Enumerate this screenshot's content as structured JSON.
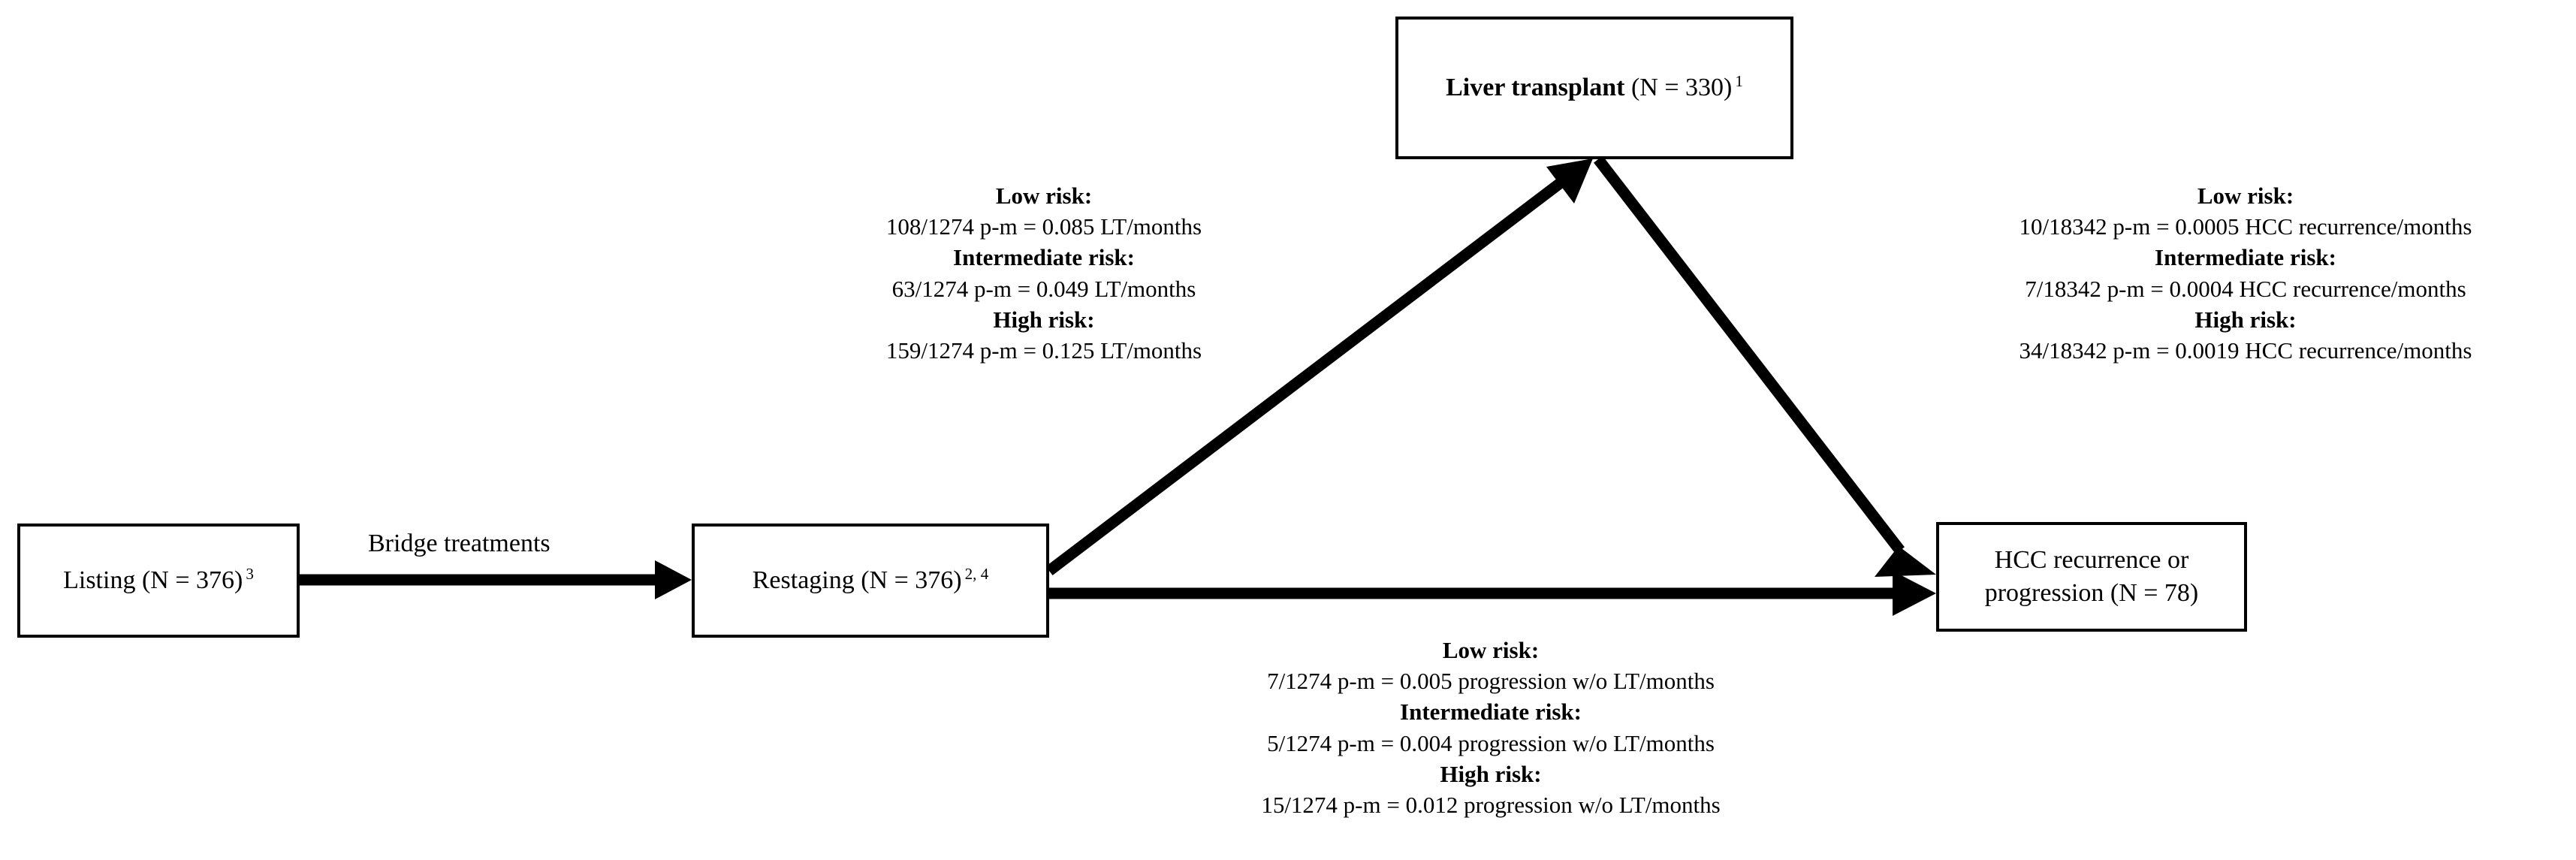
{
  "diagram": {
    "title": "HCC liver transplant pathway flow diagram",
    "accent_color": "#000000",
    "background_color": "#ffffff"
  },
  "nodes": {
    "listing": {
      "name": "Listing",
      "count_text": "(N = 376)",
      "superscript": "3",
      "bold": false
    },
    "restaging": {
      "name": "Restaging",
      "count_text": "(N = 376)",
      "superscript": "2, 4",
      "bold": false
    },
    "liver_transplant": {
      "name": "Liver transplant",
      "count_text": "(N = 330)",
      "superscript": "1",
      "bold": true
    },
    "hcc_recurrence": {
      "line1": "HCC recurrence or",
      "line2": "progression (N = 78)",
      "bold": false
    }
  },
  "edges": {
    "listing_to_restaging": {
      "label": "Bridge treatments"
    },
    "restaging_to_transplant": {
      "rows": [
        {
          "header": "Low risk:",
          "value": "108/1274 p-m = 0.085 LT/months"
        },
        {
          "header": "Intermediate risk:",
          "value": "63/1274 p-m = 0.049 LT/months"
        },
        {
          "header": "High risk:",
          "value": "159/1274 p-m = 0.125 LT/months"
        }
      ]
    },
    "transplant_to_hcc": {
      "rows": [
        {
          "header": "Low risk:",
          "value": "10/18342 p-m = 0.0005 HCC recurrence/months"
        },
        {
          "header": "Intermediate risk:",
          "value": "7/18342 p-m = 0.0004 HCC recurrence/months"
        },
        {
          "header": "High risk:",
          "value": "34/18342 p-m = 0.0019 HCC recurrence/months"
        }
      ]
    },
    "restaging_to_hcc": {
      "rows": [
        {
          "header": "Low risk:",
          "value": "7/1274 p-m = 0.005 progression w/o LT/months"
        },
        {
          "header": "Intermediate risk:",
          "value": "5/1274 p-m = 0.004 progression w/o LT/months"
        },
        {
          "header": "High risk:",
          "value": "15/1274 p-m = 0.012 progression w/o LT/months"
        }
      ]
    }
  }
}
